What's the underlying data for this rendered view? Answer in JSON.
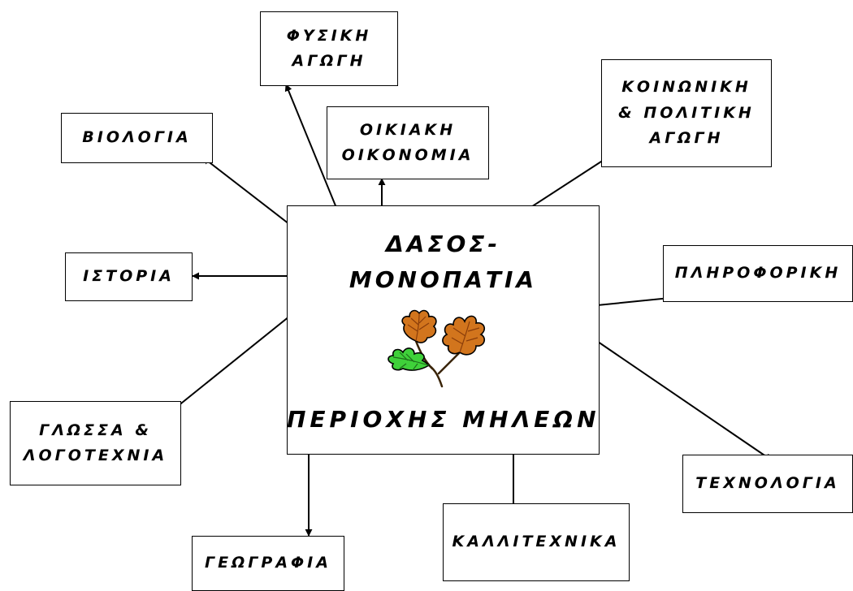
{
  "center": {
    "title_line1": "ΔΑΣΟΣ-",
    "title_line2": "ΜΟΝΟΠΑΤΙΑ",
    "subtitle": "ΠΕΡΙΟΧΗΣ ΜΗΛΕΩΝ",
    "illustration": "oak-leaves-icon"
  },
  "subjects": {
    "fysiki_agogi": [
      "ΦΥΣΙΚΗ",
      "ΑΓΩΓΗ"
    ],
    "oikiaki_oikonomia": [
      "ΟΙΚΙΑΚΗ",
      "ΟΙΚΟΝΟΜΙΑ"
    ],
    "biologia": [
      "ΒΙΟΛΟΓΙΑ"
    ],
    "koinoniki_agogi": [
      "ΚΟΙΝΩΝΙΚΗ",
      "& ΠΟΛΙΤΙΚΗ",
      "ΑΓΩΓΗ"
    ],
    "istoria": [
      "ΙΣΤΟΡΙΑ"
    ],
    "pliroforiki": [
      "ΠΛΗΡΟΦΟΡΙΚΗ"
    ],
    "glossa": [
      "ΓΛΩΣΣΑ &",
      "ΛΟΓΟΤΕΧΝΙΑ"
    ],
    "texnologia": [
      "ΤΕΧΝΟΛΟΓΙΑ"
    ],
    "kallitexnika": [
      "ΚΑΛΛΙΤΕΧΝΙΚΑ"
    ],
    "geografia": [
      "ΓΕΩΓΡΑΦΙΑ"
    ]
  },
  "colors": {
    "leaf_orange": "#d2751d",
    "leaf_orange_dark": "#8a3d0a",
    "leaf_green": "#3fd13a",
    "leaf_green_dark": "#1e6e1a",
    "stroke": "#000000"
  }
}
